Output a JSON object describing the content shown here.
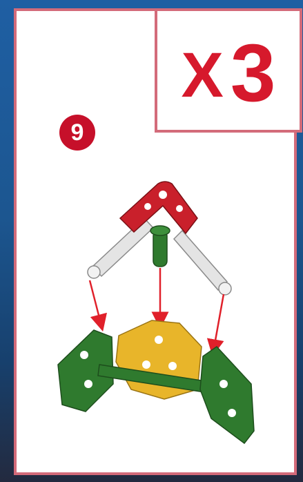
{
  "step": {
    "number": "9"
  },
  "quantity": {
    "x": "X",
    "count": "3"
  },
  "colors": {
    "frame": "#d36b7a",
    "accent_red": "#d6192c",
    "part_red": "#c9202b",
    "part_white": "#e4e4e4",
    "part_green": "#2f7a2e",
    "part_yellow": "#e8b52a",
    "arrow": "#e0202a",
    "background_blue": "#1f5fa3"
  },
  "illustration": {
    "parts": [
      "red-connector",
      "white-rod",
      "green-connector",
      "yellow-connector",
      "arrow"
    ]
  }
}
